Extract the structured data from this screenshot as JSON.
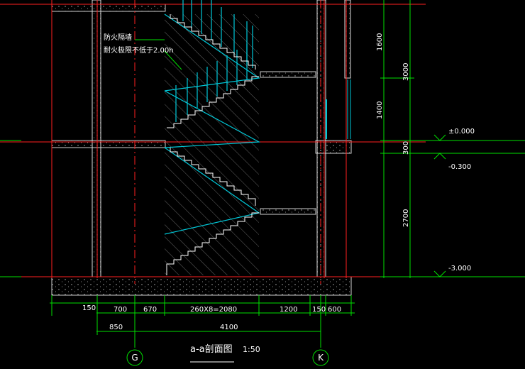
{
  "drawing": {
    "title": "a-a剖面图",
    "scale": "1:50"
  },
  "notes": {
    "line1": "防火隔墙",
    "line2": "耐火极限不低于2.00h"
  },
  "axes": {
    "left": "G",
    "right": "K"
  },
  "dimensions_bottom_row1": [
    "150",
    "700",
    "670",
    "260X8=2080",
    "1200",
    "150",
    "600"
  ],
  "dimensions_bottom_row2": [
    "850",
    "4100"
  ],
  "dimensions_right_inner": [
    "1600",
    "1400",
    "300",
    "2700"
  ],
  "dimensions_right_outer": [
    "3000"
  ],
  "elevations": [
    "±0.000",
    "-0.300",
    "-3.000"
  ],
  "colors": {
    "background": "#000000",
    "wall_red": "#ff2020",
    "dim_green": "#00e000",
    "stair_cyan": "#00c8d8",
    "hatch_gray": "#9a9a9a",
    "ground_line": "#e8e8e8"
  }
}
